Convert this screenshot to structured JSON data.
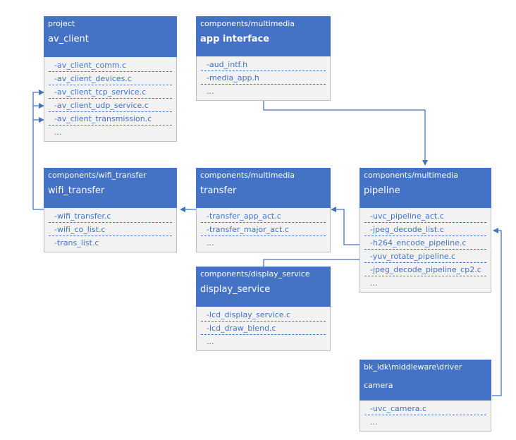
{
  "colors": {
    "header": "#4472c4",
    "body": "#f2f2f2",
    "link": "#4472c4"
  },
  "cards": {
    "av_client": {
      "path": "project",
      "name": "av_client",
      "items": [
        "-av_client_comm.c",
        "-av_client_devices.c",
        "-av_client_tcp_service.c",
        "-av_client_udp_service.c",
        "-av_client_transmission.c",
        "..."
      ]
    },
    "app_interface": {
      "path": "components/multimedia",
      "name": "app interface",
      "items": [
        "-aud_intf.h",
        "-media_app.h",
        "..."
      ]
    },
    "wifi_transfer": {
      "path": "components/wifi_transfer",
      "name": "wifi_transfer",
      "items": [
        "-wifi_transfer.c",
        "-wifi_co_list.c",
        "-trans_list.c"
      ]
    },
    "transfer": {
      "path": "components/multimedia",
      "name": "transfer",
      "items": [
        "-transfer_app_act.c",
        "-transfer_major_act.c",
        "..."
      ]
    },
    "pipeline": {
      "path": "components/multimedia",
      "name": "pipeline",
      "items": [
        "-uvc_pipeline_act.c",
        "-jpeg_decode_list.c",
        "-h264_encode_pipeline.c",
        "-yuv_rotate_pipeline.c",
        "-jpeg_decode_pipeline_cp2.c",
        "..."
      ]
    },
    "display_service": {
      "path": "components/display_service",
      "name": "display_service",
      "items": [
        "-lcd_display_service.c",
        "-lcd_draw_blend.c",
        "..."
      ]
    },
    "camera": {
      "path": "bk_idk\\middleware\\driver",
      "name": "camera",
      "items": [
        "-uvc_camera.c",
        "..."
      ]
    }
  }
}
